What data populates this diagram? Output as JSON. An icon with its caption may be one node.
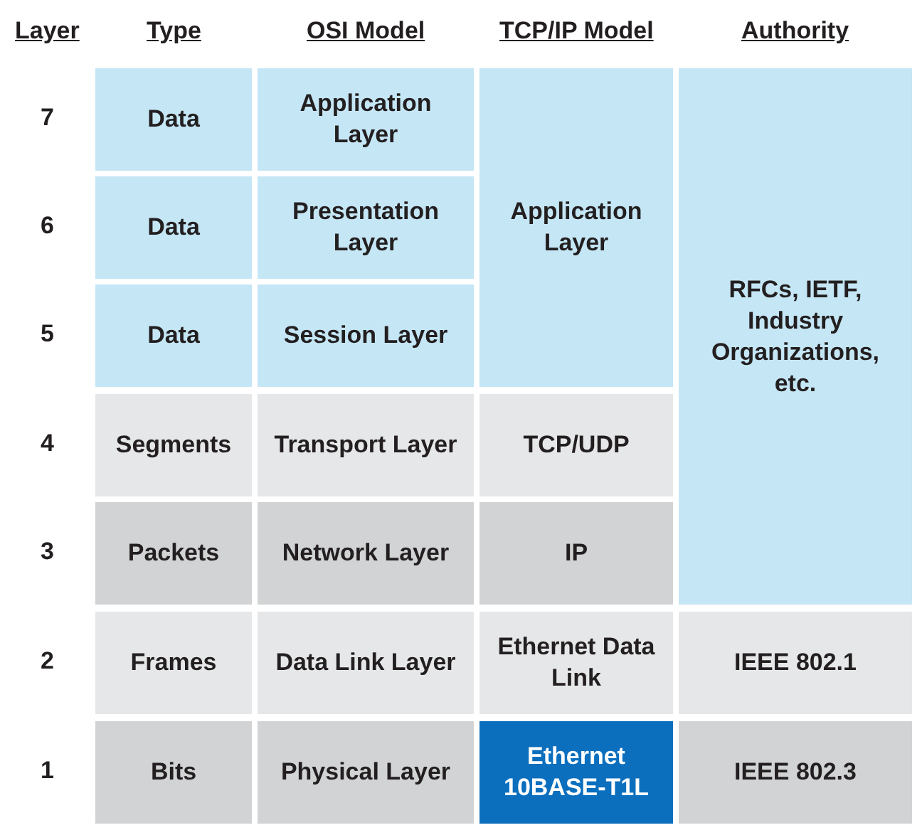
{
  "diagram": {
    "nodes": [
      {
        "text": [
          "Data"
        ]
      },
      {
        "text": [
          "Application Layer"
        ]
      },
      {
        "text": [
          "Application Layer"
        ]
      },
      {
        "text": [
          "RFCs, IETF, Industry Organizations, etc."
        ]
      },
      {
        "text": [
          "Data"
        ]
      },
      {
        "text": [
          "Presentation Layer"
        ]
      },
      {
        "text": [
          "Data"
        ]
      },
      {
        "text": [
          "Session Layer"
        ]
      },
      {
        "text": [
          "Segments"
        ]
      },
      {
        "text": [
          "Transport Layer"
        ]
      },
      {
        "text": [
          "TCP/UDP"
        ]
      },
      {
        "text": [
          "Packets"
        ]
      },
      {
        "text": [
          "Network Layer"
        ]
      },
      {
        "text": [
          "IP"
        ]
      },
      {
        "text": [
          "Frames"
        ]
      },
      {
        "text": [
          "Data Link Layer"
        ]
      },
      {
        "text": [
          "Ethernet Data Link"
        ]
      },
      {
        "text": [
          "IEEE 802.1"
        ]
      },
      {
        "text": [
          "Bits"
        ]
      },
      {
        "text": [
          "Physical Layer"
        ]
      },
      {
        "text": [
          "Ethernet 10BASE-T1L"
        ]
      },
      {
        "text": [
          "IEEE 802.3"
        ]
      }
    ],
    "labels": [
      "Layer",
      "Type",
      "OSI Model",
      "TCP/IP Model",
      "Authority",
      "7",
      "6",
      "5",
      "4",
      "3",
      "2",
      "1"
    ]
  }
}
